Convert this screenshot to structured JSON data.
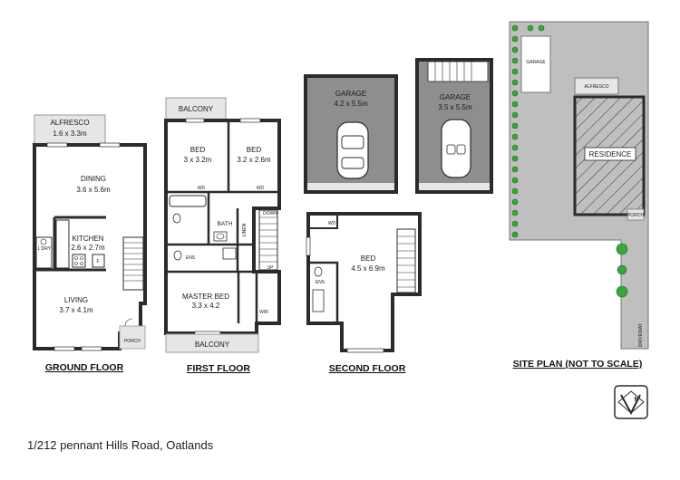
{
  "floors": {
    "ground": {
      "title": "GROUND FLOOR",
      "rooms": {
        "alfresco": {
          "name": "ALFRESCO",
          "dims": "1.6 x 3.3m"
        },
        "dining": {
          "name": "DINING",
          "dims": "3.6 x 5.6m"
        },
        "kitchen": {
          "name": "KITCHEN",
          "dims": "2.6 x 2.7m"
        },
        "living": {
          "name": "LIVING",
          "dims": "3.7 x 4.1m"
        },
        "laundry": "L'DRY",
        "porch": "PORCH",
        "fridge": "F"
      }
    },
    "first": {
      "title": "FIRST FLOOR",
      "rooms": {
        "balcony_top": "BALCONY",
        "bed1": {
          "name": "BED",
          "dims": "3 x 3.2m"
        },
        "bed2": {
          "name": "BED",
          "dims": "3.2 x 2.6m"
        },
        "bath": "BATH",
        "linen": "LINEN",
        "ens": "ENS",
        "master_bed": {
          "name": "MASTER BED",
          "dims": "3.3 x 4.2"
        },
        "wir": "WIR",
        "wd1": "WD",
        "wd2": "WD",
        "down": "DOWN",
        "up": "UP",
        "balcony_bottom": "BALCONY"
      }
    },
    "second": {
      "title": "SECOND FLOOR",
      "rooms": {
        "garage1": {
          "name": "GARAGE",
          "dims": "4.2 x 5.5m"
        },
        "garage2": {
          "name": "GARAGE",
          "dims": "3.5 x 5.5m"
        },
        "bed": {
          "name": "BED",
          "dims": "4.5 x 6.9m"
        },
        "ens": "ENS",
        "wd": "WD"
      }
    },
    "site": {
      "title": "SITE PLAN (NOT TO SCALE)",
      "labels": {
        "garage": "GARAGE",
        "alfresco": "ALFRESCO",
        "residence": "RESIDENCE",
        "porch": "PORCH",
        "driveway": "DRIVEWAY"
      },
      "compass": "N"
    }
  },
  "address": "1/212 pennant Hills Road, Oatlands",
  "colors": {
    "wall": "#2b2b2b",
    "shaded_area": "#bfbfbf",
    "garage_floor": "#8e8e8e",
    "light_fill": "#e6e6e6",
    "tree": "#3aa53a"
  }
}
